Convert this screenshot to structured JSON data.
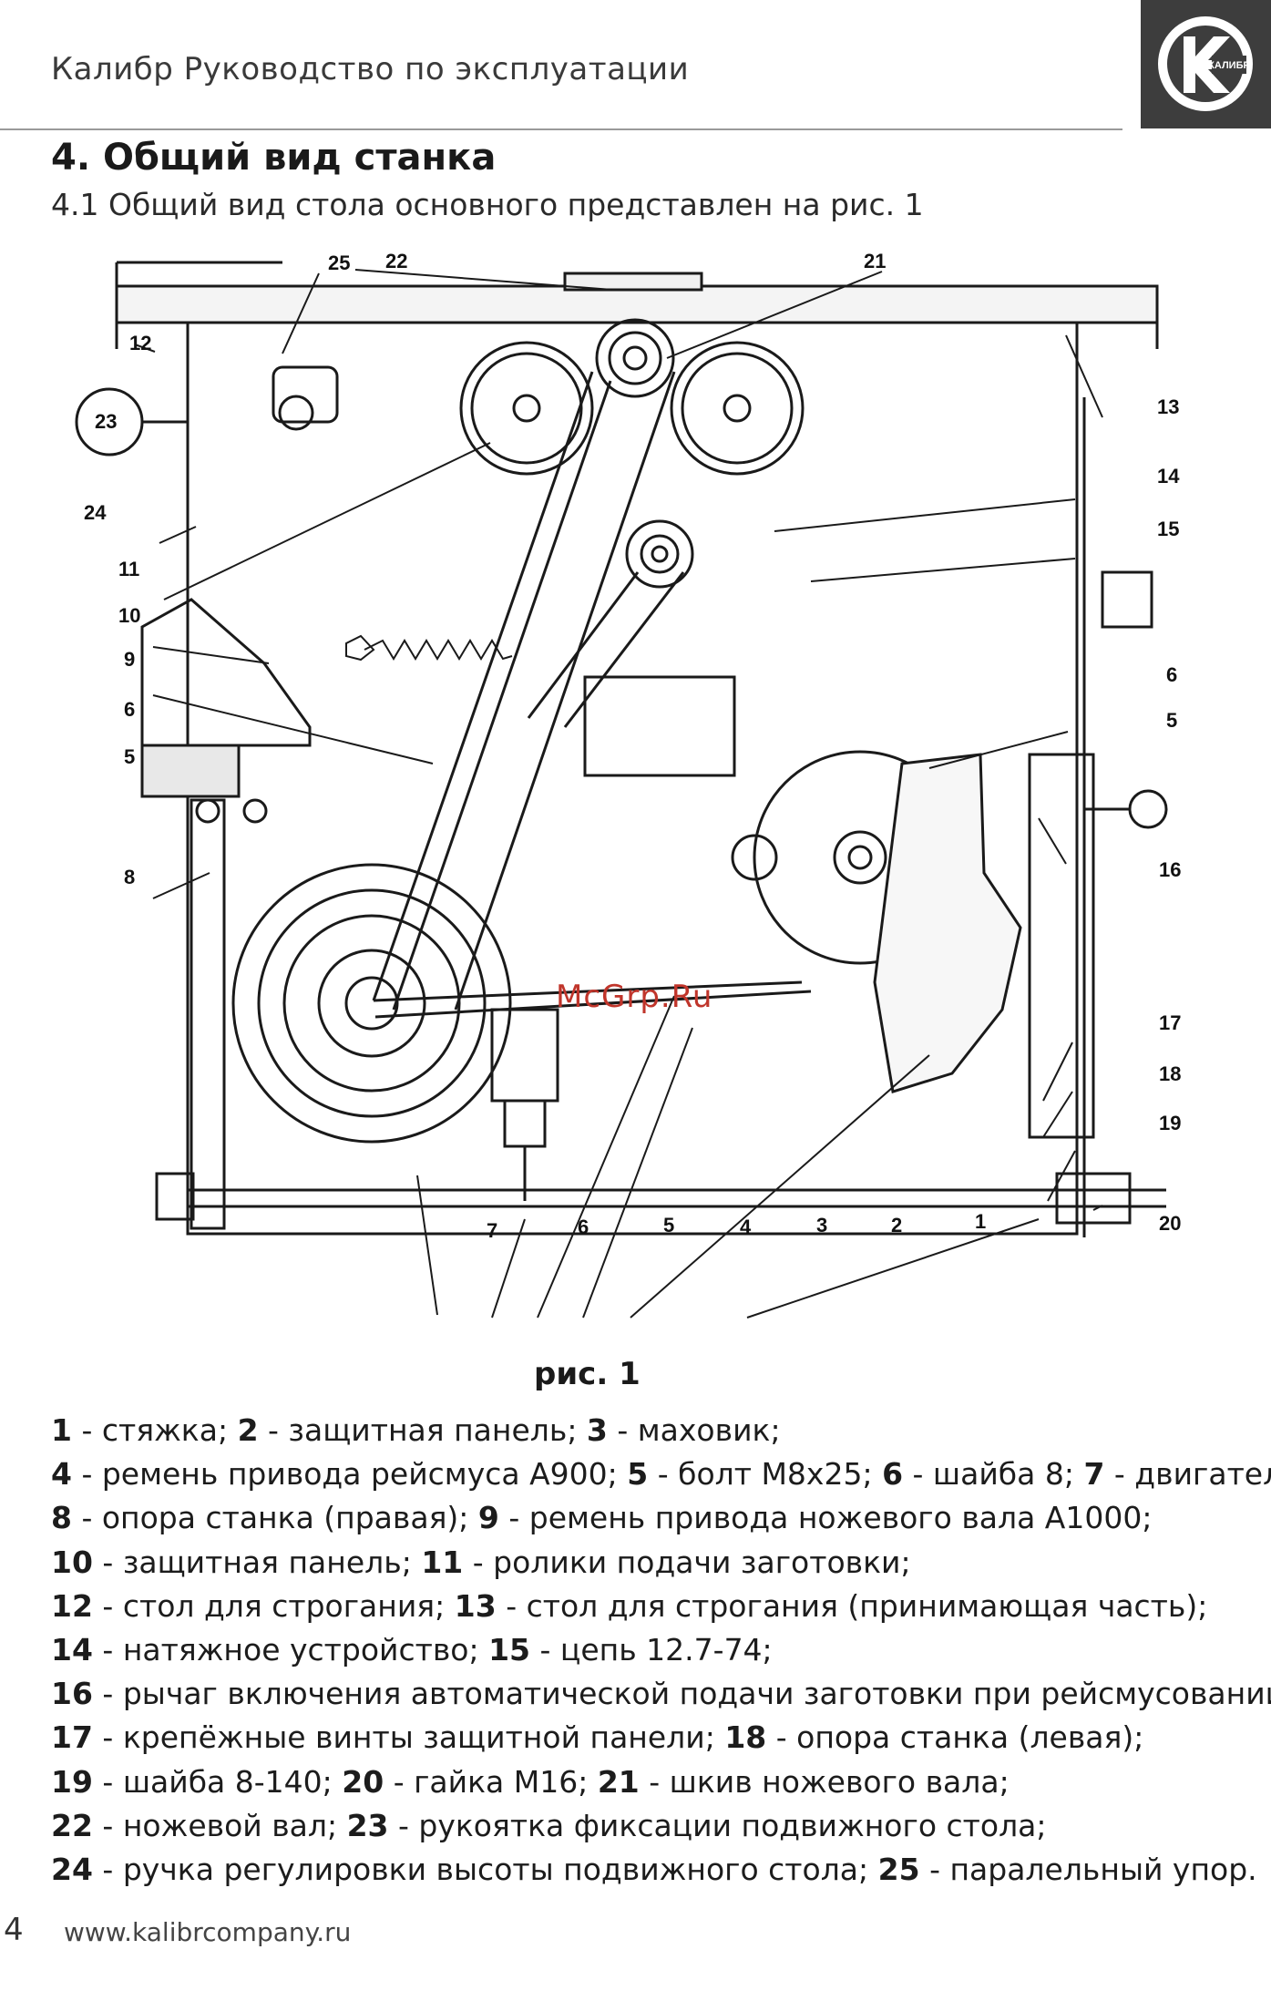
{
  "header": {
    "title": "Калибр Руководство по эксплуатации",
    "logo_text": "КАЛИБР"
  },
  "section": {
    "title": "4. Общий вид станка",
    "subtitle": "4.1 Общий вид стола основного представлен на рис. 1"
  },
  "figure": {
    "caption": "рис. 1",
    "watermark": "McGrp.Ru",
    "callouts": [
      "1",
      "2",
      "3",
      "4",
      "5",
      "6",
      "7",
      "8",
      "9",
      "10",
      "11",
      "12",
      "13",
      "14",
      "15",
      "16",
      "17",
      "18",
      "19",
      "20",
      "21",
      "22",
      "23",
      "24",
      "25"
    ],
    "callouts_left_dup": [
      "6",
      "5"
    ]
  },
  "legend": [
    [
      {
        "n": "1",
        "t": " - стяжка; "
      },
      {
        "n": "2",
        "t": " - защитная панель; "
      },
      {
        "n": "3",
        "t": " - маховик;"
      }
    ],
    [
      {
        "n": "4",
        "t": " - ремень привода рейсмуса А900; "
      },
      {
        "n": "5",
        "t": " - болт М8х25; "
      },
      {
        "n": "6",
        "t": " - шайба 8; "
      },
      {
        "n": "7",
        "t": " - двигатель;"
      }
    ],
    [
      {
        "n": "8",
        "t": " - опора станка (правая); "
      },
      {
        "n": "9",
        "t": " - ремень привода ножевого вала А1000;"
      }
    ],
    [
      {
        "n": "10",
        "t": " - защитная панель; "
      },
      {
        "n": "11",
        "t": " - ролики подачи заготовки;"
      }
    ],
    [
      {
        "n": "12",
        "t": " - стол для строгания; "
      },
      {
        "n": "13",
        "t": " - стол для строгания (принимающая часть);"
      }
    ],
    [
      {
        "n": "14",
        "t": " - натяжное устройство; "
      },
      {
        "n": "15",
        "t": " - цепь 12.7-74;"
      }
    ],
    [
      {
        "n": "16",
        "t": " - рычаг включения автоматической подачи заготовки при рейсмусовании;"
      }
    ],
    [
      {
        "n": "17",
        "t": " - крепёжные винты защитной панели; "
      },
      {
        "n": "18",
        "t": " - опора станка (левая);"
      }
    ],
    [
      {
        "n": "19",
        "t": " - шайба 8-140; "
      },
      {
        "n": "20",
        "t": " - гайка М16; "
      },
      {
        "n": "21",
        "t": " - шкив ножевого вала;"
      }
    ],
    [
      {
        "n": "22",
        "t": " - ножевой вал; "
      },
      {
        "n": "23",
        "t": " - рукоятка фиксации подвижного стола;"
      }
    ],
    [
      {
        "n": "24",
        "t": " - ручка регулировки высоты подвижного стола; "
      },
      {
        "n": "25",
        "t": " - паралельный упор."
      }
    ]
  ],
  "footer": {
    "page_number": "4",
    "url": "www.kalibrcompany.ru"
  },
  "colors": {
    "logo_bg": "#3d3d3d",
    "watermark": "#c0352b",
    "text": "#1c1c1c"
  }
}
